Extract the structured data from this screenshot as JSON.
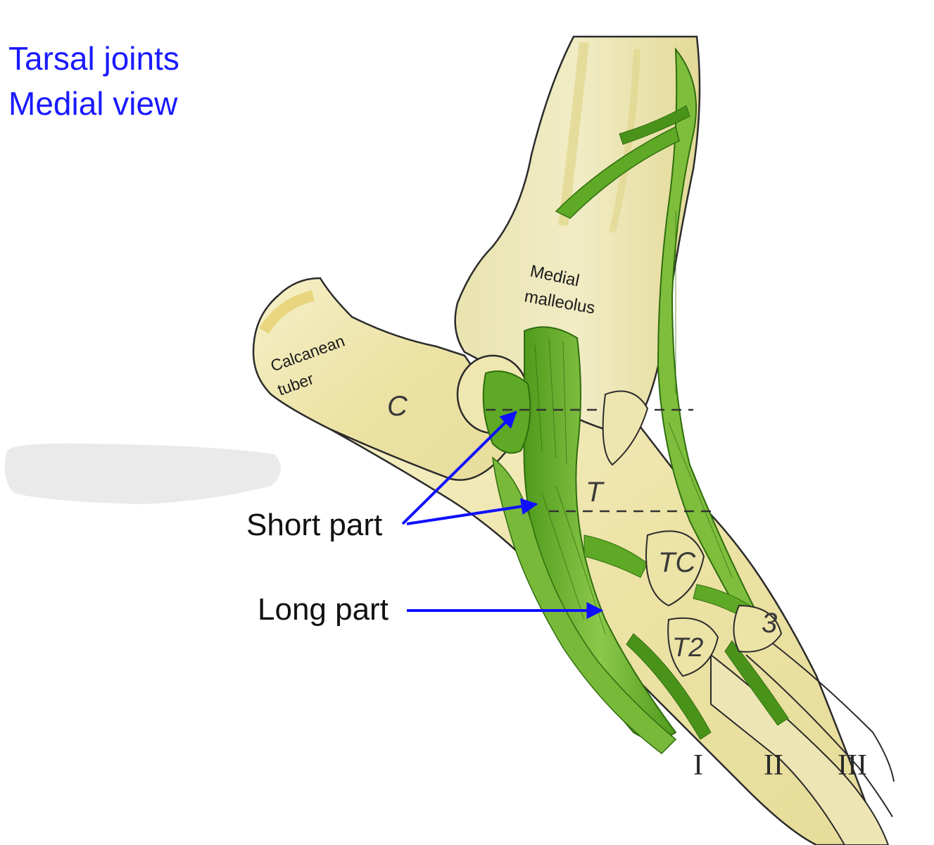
{
  "title": {
    "line1": "Tarsal joints",
    "line2": "Medial view"
  },
  "labels": {
    "medial_malleolus_line1": "Medial",
    "medial_malleolus_line2": "malleolus",
    "calcanean_tuber_line1": "Calcanean",
    "calcanean_tuber_line2": "tuber",
    "calcaneus": "C",
    "talus": "T",
    "central_tarsal": "TC",
    "tarsal_2": "T2",
    "tarsal_3": "3",
    "metatarsal_1": "I",
    "metatarsal_2": "II",
    "metatarsal_3": "III"
  },
  "callouts": {
    "short_part": "Short part",
    "long_part": "Long part"
  },
  "colors": {
    "title": "#1a1aff",
    "arrow": "#1010ff",
    "bone": "#efe9b8",
    "bone_shade": "#e3d57a",
    "ligament": "#6fb52c",
    "ligament_dark": "#3f8a14",
    "outline": "#2b2b2b"
  }
}
